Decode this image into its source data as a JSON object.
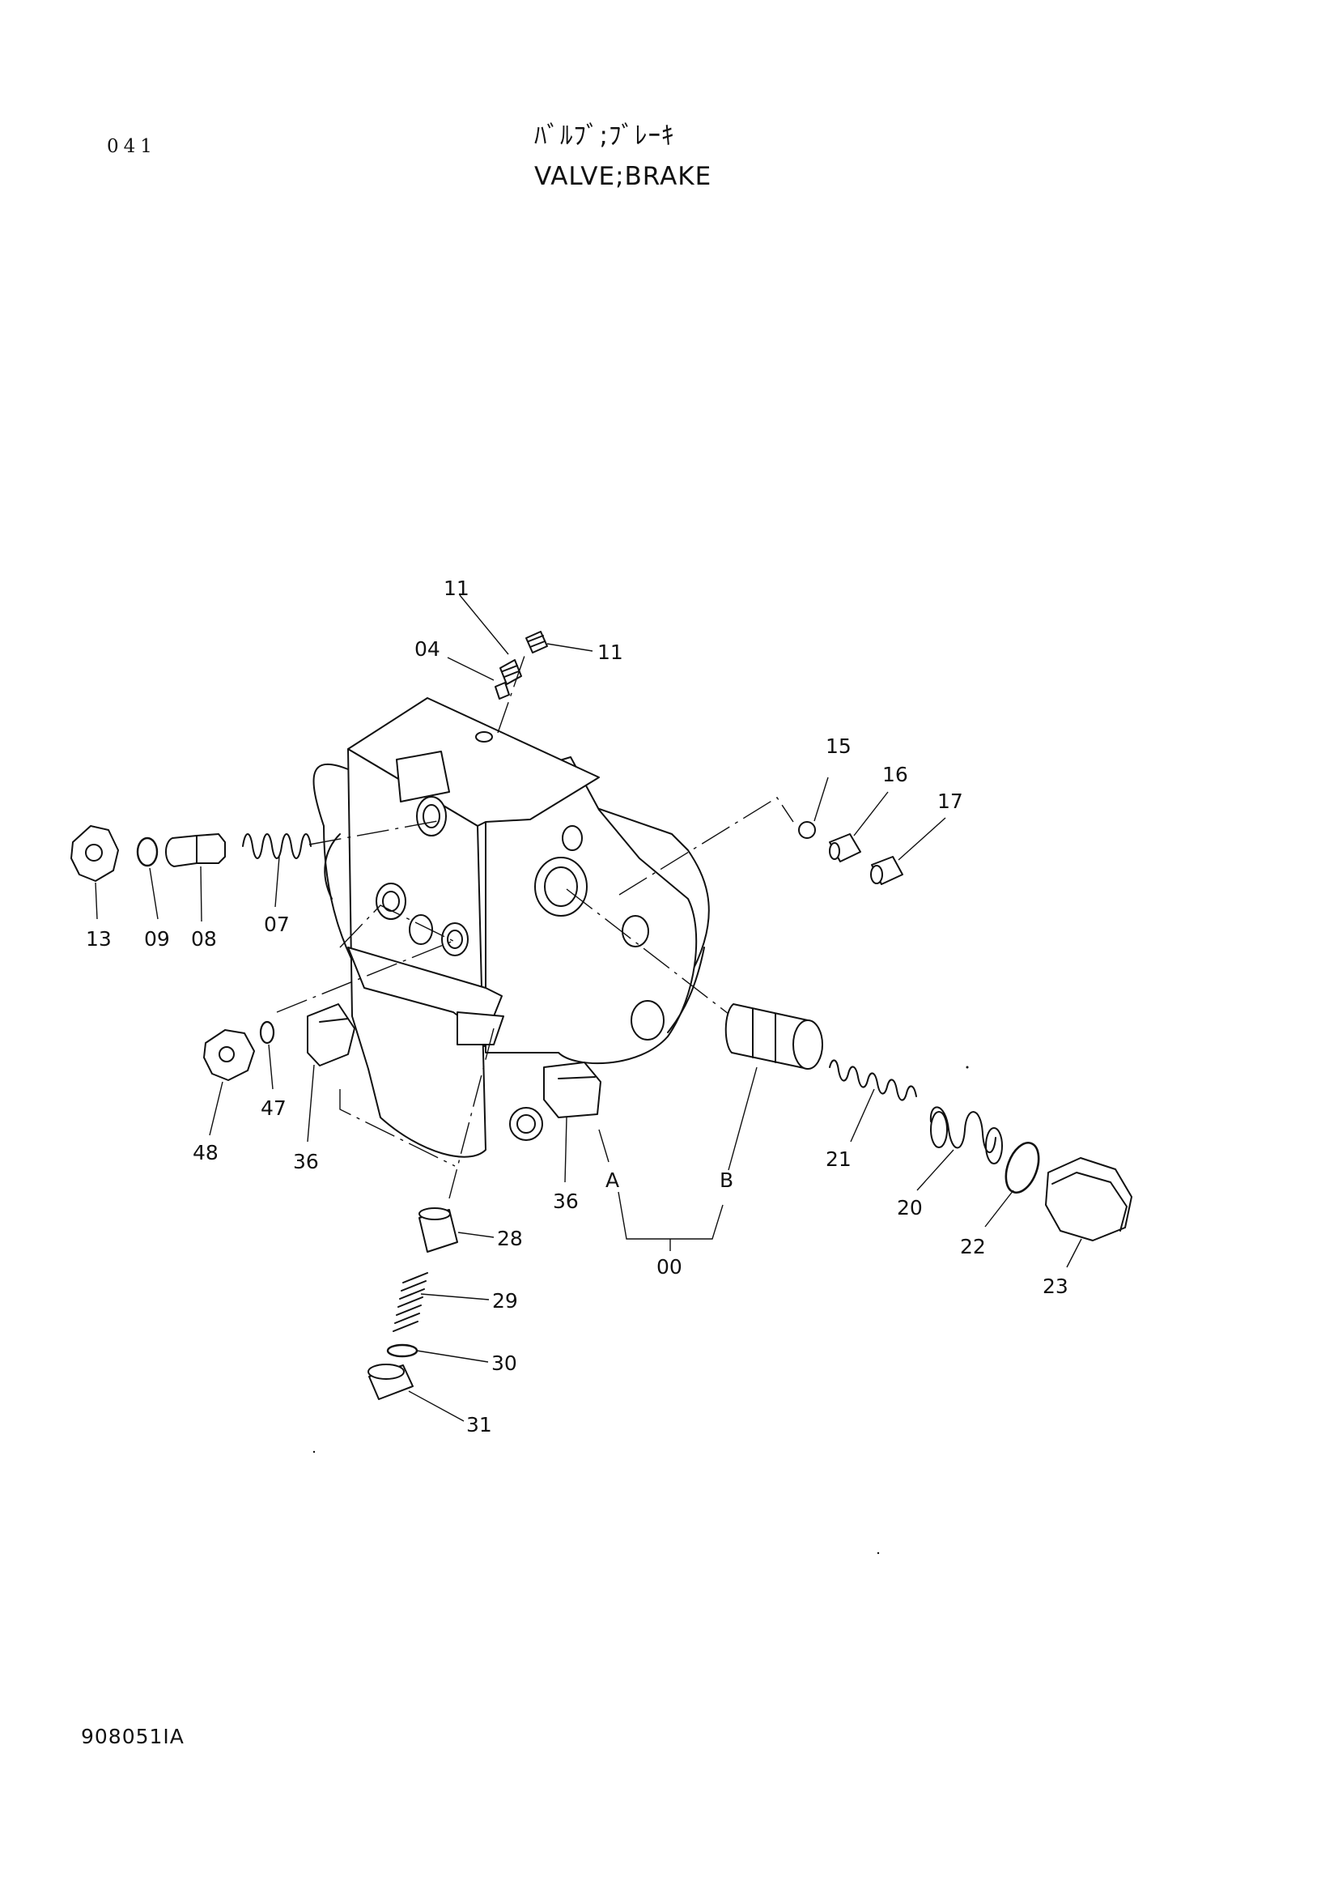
{
  "header": {
    "page_code": "041",
    "title_jp": "ﾊﾞﾙﾌﾞ;ﾌﾞﾚｰｷ",
    "title_en": "VALVE;BRAKE"
  },
  "footer": {
    "figure_code": "908051IA"
  },
  "callouts": {
    "p11a": "11",
    "p11b": "11",
    "p04": "04",
    "p15": "15",
    "p16": "16",
    "p17": "17",
    "p13": "13",
    "p09": "09",
    "p08": "08",
    "p07": "07",
    "p48": "48",
    "p47": "47",
    "p36a": "36",
    "p36b": "36",
    "pA": "A",
    "pB": "B",
    "p00": "00",
    "p21": "21",
    "p20": "20",
    "p22": "22",
    "p23": "23",
    "p28": "28",
    "p29": "29",
    "p30": "30",
    "p31": "31"
  }
}
